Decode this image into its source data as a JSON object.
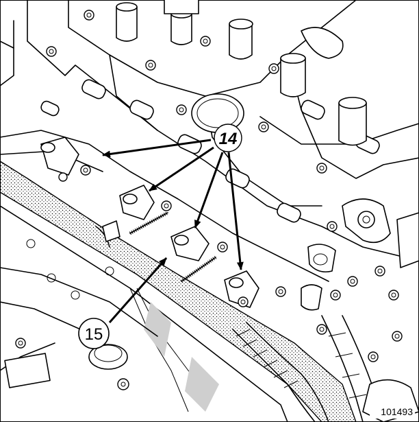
{
  "callouts": {
    "injectors_label": "14",
    "bracket_label": "15"
  },
  "reference_number": "101493"
}
